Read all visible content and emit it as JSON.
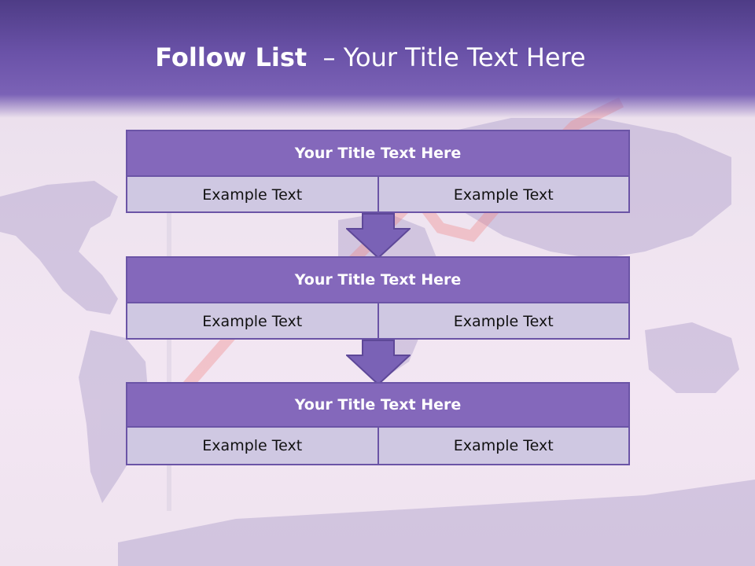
{
  "header": {
    "title_bold": "Follow List",
    "title_rest": "– Your Title Text Here"
  },
  "blocks": [
    {
      "title": "Your Title Text Here",
      "cells": [
        "Example Text",
        "Example Text"
      ]
    },
    {
      "title": "Your Title Text Here",
      "cells": [
        "Example Text",
        "Example Text"
      ]
    },
    {
      "title": "Your Title Text Here",
      "cells": [
        "Example Text",
        "Example Text"
      ]
    }
  ],
  "colors": {
    "header": "#6a52a8",
    "block_header": "#8468bb",
    "block_body": "#cfc8e2",
    "border": "#6b54a6",
    "arrow": "#7a62b6"
  },
  "icons": [
    "down-arrow-icon",
    "down-arrow-icon"
  ]
}
